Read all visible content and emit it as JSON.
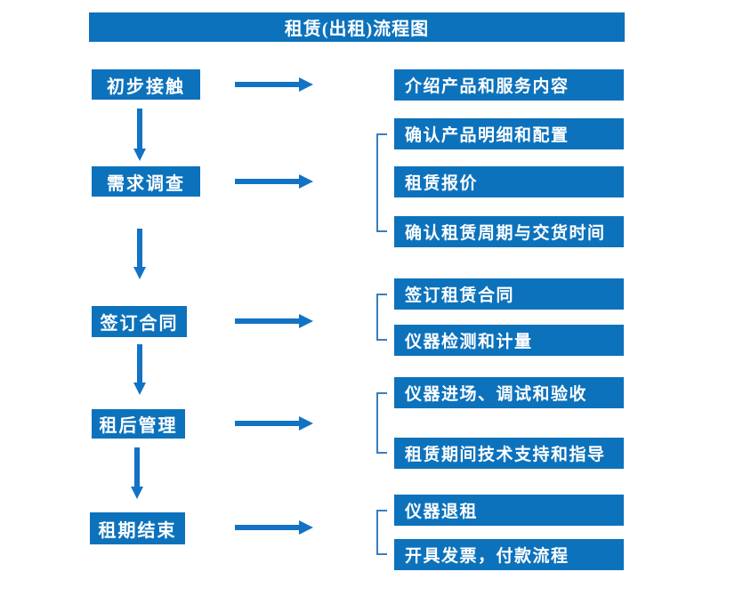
{
  "title": "租赁(出租)流程图",
  "colors": {
    "box_blue": "#0d72bc",
    "arrow_blue": "#1273c4",
    "bracket_blue": "#3a7dbf",
    "text_white": "#ffffff",
    "background": "#ffffff"
  },
  "flow": [
    {
      "step": "初步接触",
      "details": [
        "介绍产品和服务内容"
      ]
    },
    {
      "step": "需求调查",
      "details": [
        "确认产品明细和配置",
        "租赁报价",
        "确认租赁周期与交货时间"
      ]
    },
    {
      "step": "签订合同",
      "details": [
        "签订租赁合同",
        "仪器检测和计量"
      ]
    },
    {
      "step": "租后管理",
      "details": [
        "仪器进场、调试和验收",
        "租赁期间技术支持和指导"
      ]
    },
    {
      "step": "租期结束",
      "details": [
        "仪器退租",
        "开具发票，付款流程"
      ]
    }
  ]
}
